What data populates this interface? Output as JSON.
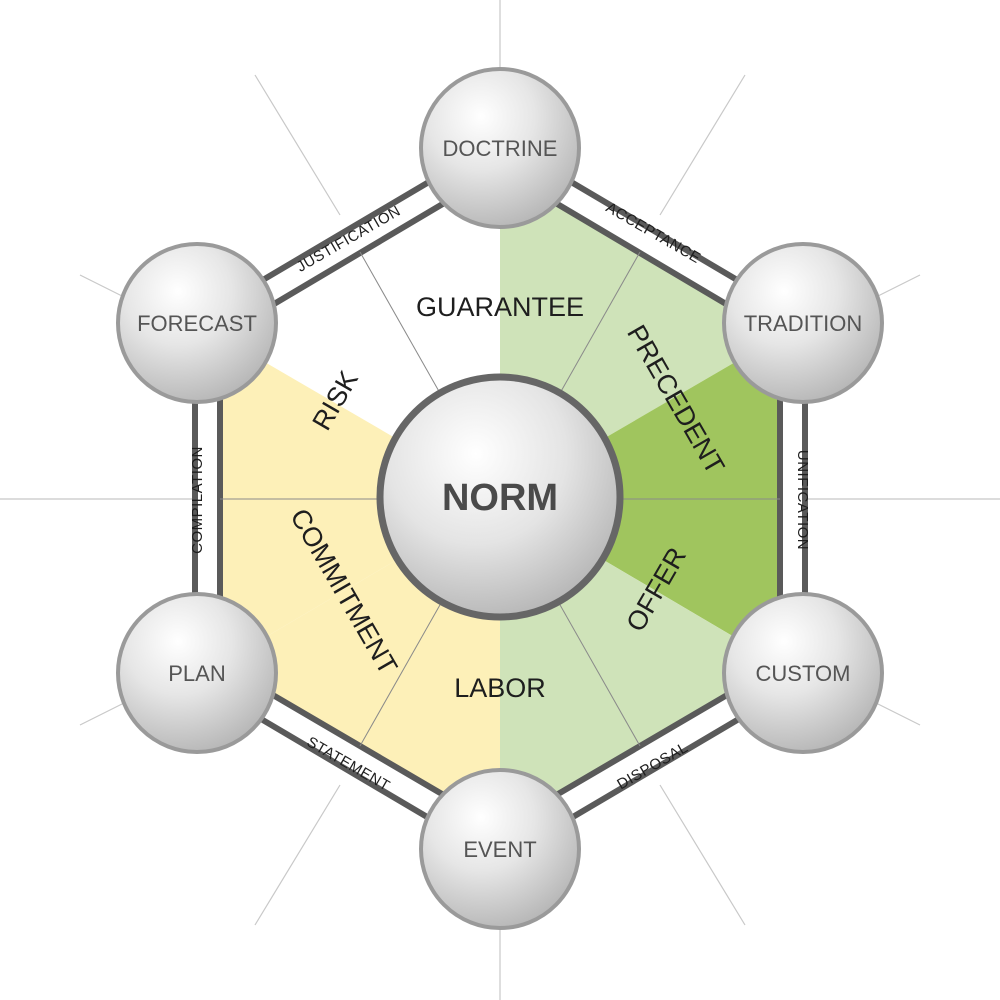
{
  "center": {
    "label": "NORM"
  },
  "segments": [
    {
      "label": "GUARANTEE",
      "color": "#cfe3b9"
    },
    {
      "label": "PRECEDENT",
      "color": "#a0c55e"
    },
    {
      "label": "OFFER",
      "color": "#a0c55e"
    },
    {
      "label": "LABOR",
      "color": "#cfe3b9"
    },
    {
      "label": "COMMITMENT",
      "color": "#fdf0b8"
    },
    {
      "label": "RISK",
      "color": "#fdf0b8"
    }
  ],
  "nodes": [
    {
      "label": "DOCTRINE"
    },
    {
      "label": "TRADITION"
    },
    {
      "label": "CUSTOM"
    },
    {
      "label": "EVENT"
    },
    {
      "label": "PLAN"
    },
    {
      "label": "FORECAST"
    }
  ],
  "edges": [
    {
      "label": "ACCEPTANCE"
    },
    {
      "label": "UNIFICATION"
    },
    {
      "label": "DISPOSAL"
    },
    {
      "label": "STATEMENT"
    },
    {
      "label": "COMPILATION"
    },
    {
      "label": "JUSTIFICATION"
    }
  ],
  "colors": {
    "border": "#5a5a5a",
    "node_fill": "#d6d6d6",
    "node_stroke": "#9a9a9a",
    "center_stroke": "#666666"
  }
}
